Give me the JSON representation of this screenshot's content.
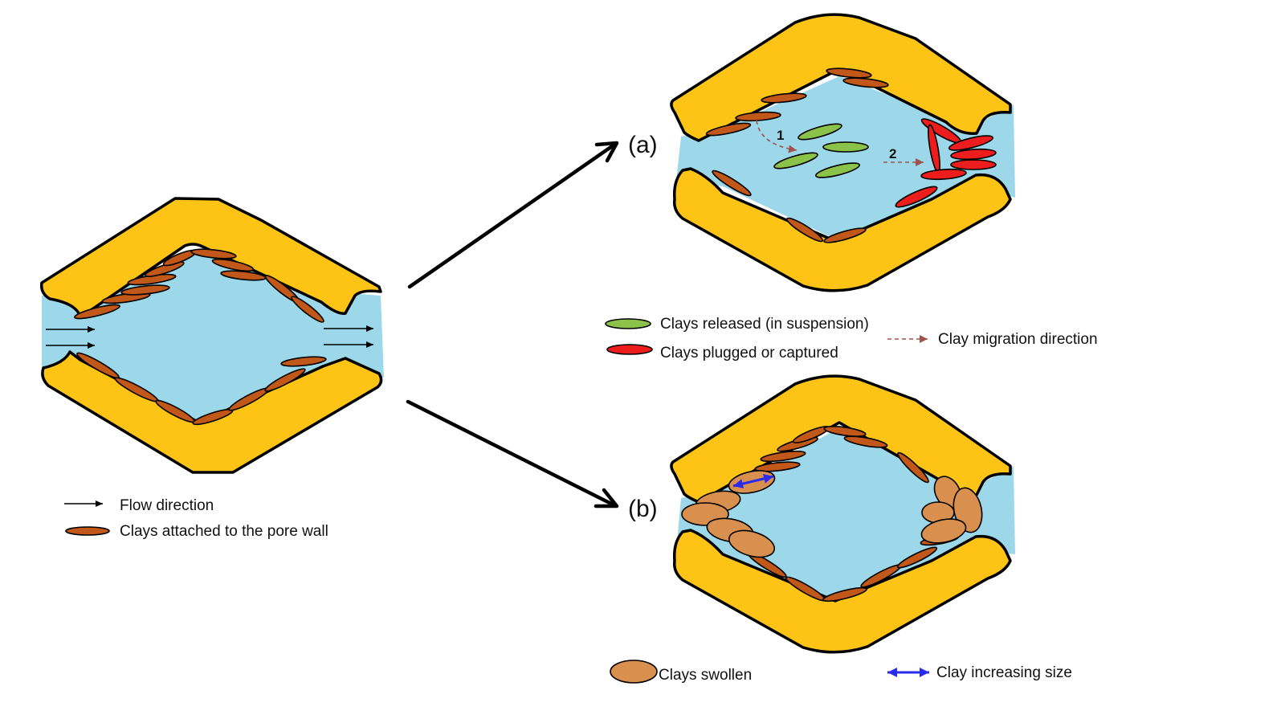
{
  "colors": {
    "grain": "#FDC416",
    "pore": "#9DD8EA",
    "clay_attached": "#C2571A",
    "clay_released": "#8BC34A",
    "clay_plugged": "#EE1D1D",
    "clay_swollen": "#D9904F",
    "migration_arrow": "#A0524D",
    "size_arrow": "#2B2BEE",
    "outline": "#000000"
  },
  "panels": {
    "a": "(a)",
    "b": "(b)"
  },
  "migration_steps": {
    "one": "1",
    "two": "2"
  },
  "legend": {
    "flow_direction": "Flow direction",
    "clays_attached": "Clays attached to the pore wall",
    "clays_released": "Clays released (in suspension)",
    "clays_plugged": "Clays plugged or captured",
    "migration_direction": "Clay migration direction",
    "clays_swollen": "Clays swollen",
    "clay_increasing_size": "Clay increasing size"
  }
}
